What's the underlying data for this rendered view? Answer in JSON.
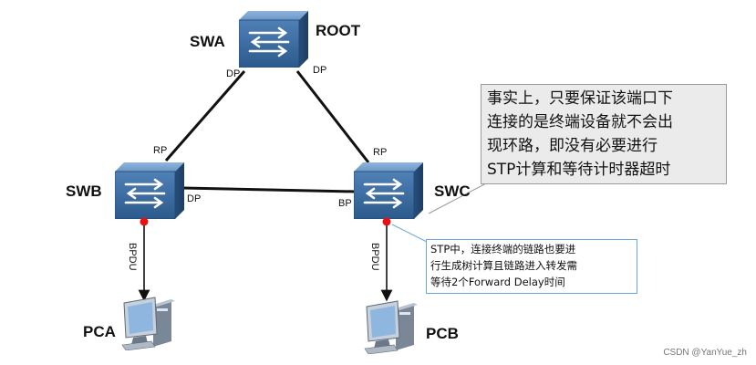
{
  "switches": {
    "swa": {
      "name": "SWA",
      "tag": "ROOT",
      "port_left": "DP",
      "port_right": "DP"
    },
    "swb": {
      "name": "SWB",
      "port_up": "RP",
      "port_right": "DP"
    },
    "swc": {
      "name": "SWC",
      "port_up": "RP",
      "port_left": "BP"
    }
  },
  "pcs": {
    "pca": {
      "name": "PCA"
    },
    "pcb": {
      "name": "PCB"
    }
  },
  "links": {
    "bpdu_left": "BPDU",
    "bpdu_right": "BPDU"
  },
  "callouts": {
    "main_lines": [
      "事实上，只要保证该端口下",
      "连接的是终端设备就不会出",
      "现环路，即没有必要进行",
      "STP计算和等待计时器超时"
    ],
    "note_lines": [
      "STP中，连接终端的链路也要进",
      "行生成树计算且链路进入转发需",
      "等待2个Forward Delay时间"
    ]
  },
  "watermark": "CSDN @YanYue_zh",
  "colors": {
    "link": "#111111",
    "switch_front": "#3a6a9e",
    "switch_top": "#5a8cc0",
    "alert_dot": "#e81010"
  }
}
